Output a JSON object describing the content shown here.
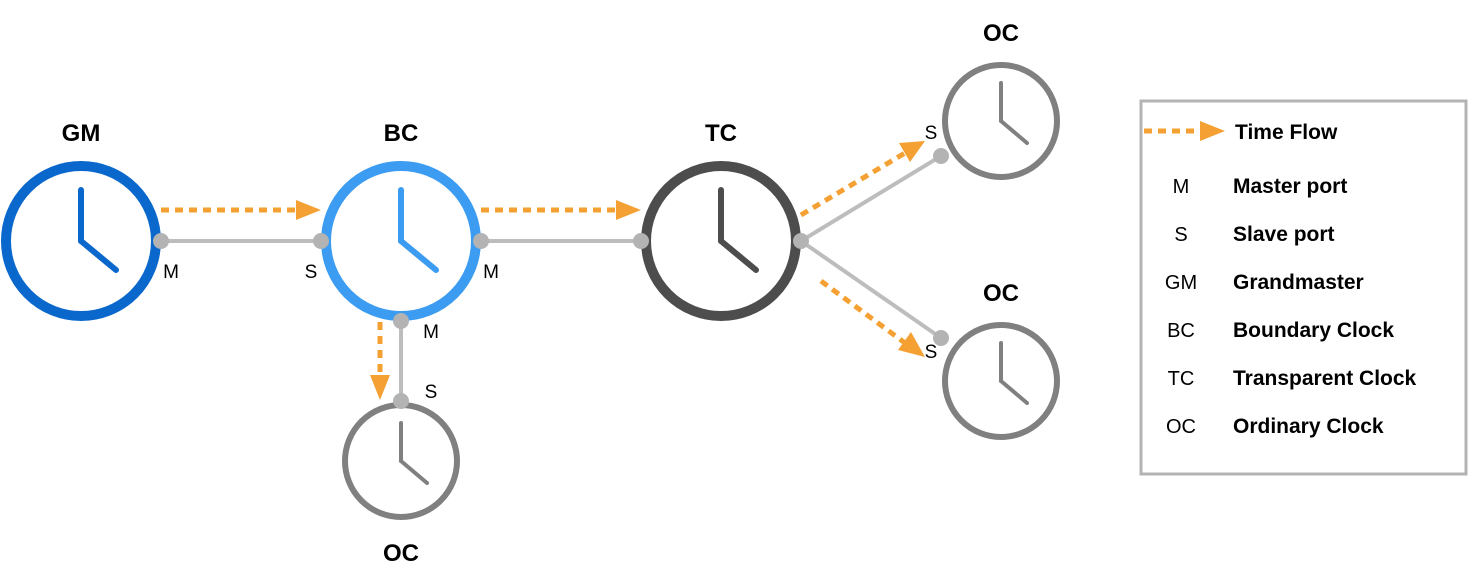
{
  "colors": {
    "gm": "#0a68cc",
    "bc": "#3b9cf2",
    "tc": "#4d4d4d",
    "oc": "#808080",
    "link": "#bdbdbd",
    "port": "#b3b3b3",
    "flow": "#f4a033",
    "legend_border": "#b3b3b3"
  },
  "nodes": {
    "gm": {
      "label": "GM"
    },
    "bc": {
      "label": "BC"
    },
    "tc": {
      "label": "TC"
    },
    "oc_top": {
      "label": "OC"
    },
    "oc_right": {
      "label": "OC"
    },
    "oc_bottom": {
      "label": "OC"
    }
  },
  "ports": {
    "gm_m": "M",
    "bc_s": "S",
    "bc_m_right": "M",
    "bc_m_down": "M",
    "oc_bottom_s": "S",
    "oc_top_s": "S",
    "oc_right_s": "S"
  },
  "legend": {
    "time_flow": "Time Flow",
    "items": [
      {
        "abbr": "M",
        "text": "Master port"
      },
      {
        "abbr": "S",
        "text": "Slave port"
      },
      {
        "abbr": "GM",
        "text": "Grandmaster"
      },
      {
        "abbr": "BC",
        "text": "Boundary Clock"
      },
      {
        "abbr": "TC",
        "text": "Transparent Clock"
      },
      {
        "abbr": "OC",
        "text": "Ordinary Clock"
      }
    ]
  }
}
